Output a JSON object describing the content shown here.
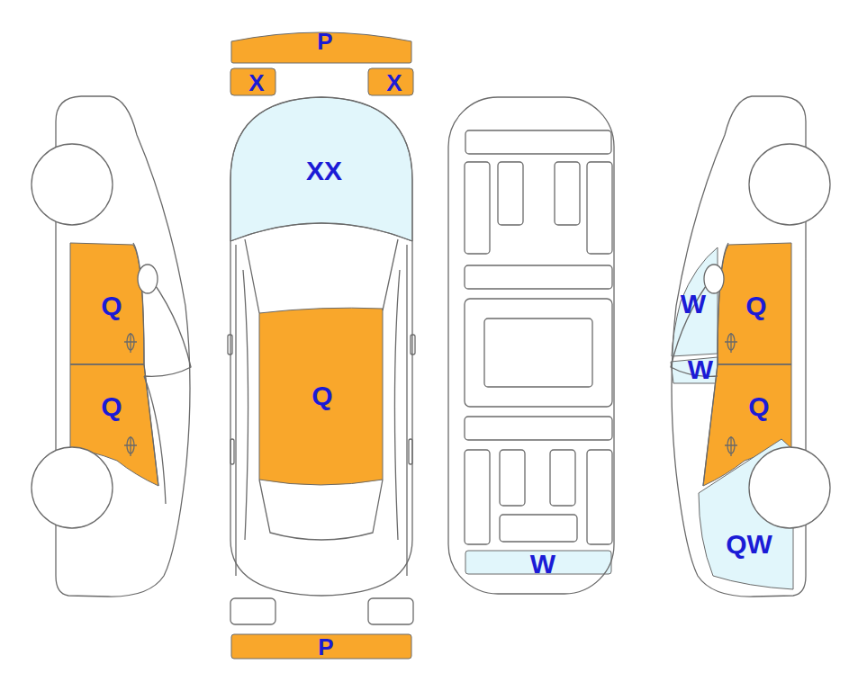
{
  "diagram": {
    "nodes": [
      {
        "text": [
          "P"
        ]
      },
      {
        "text": [
          "X"
        ]
      },
      {
        "text": [
          "X"
        ]
      },
      {
        "text": [
          "XX"
        ]
      },
      {
        "text": [
          "Q"
        ]
      },
      {
        "text": [
          "W"
        ]
      },
      {
        "text": [
          "Q"
        ]
      },
      {
        "text": [
          "W"
        ]
      },
      {
        "text": [
          "Q"
        ]
      },
      {
        "text": [
          "Q"
        ]
      },
      {
        "text": [
          "Q"
        ]
      },
      {
        "text": [
          "QW"
        ]
      },
      {
        "text": [
          "W"
        ]
      },
      {
        "text": [
          "P"
        ]
      }
    ]
  }
}
